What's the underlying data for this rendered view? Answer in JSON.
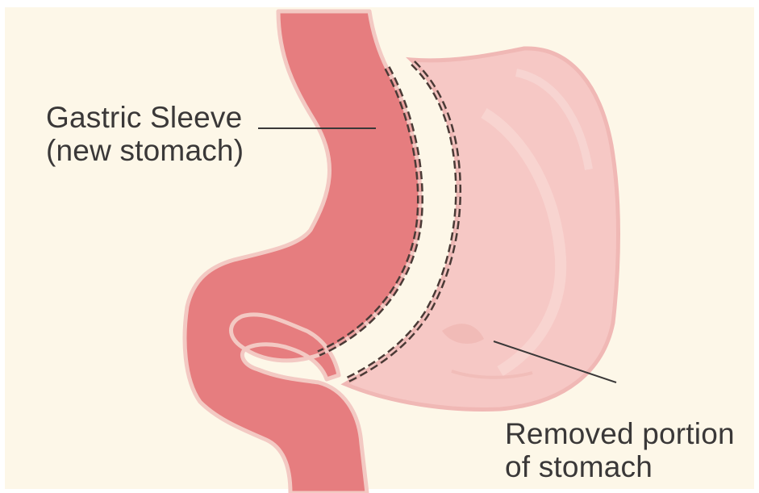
{
  "labels": {
    "sleeve_line1": "Gastric Sleeve",
    "sleeve_line2": "(new stomach)",
    "removed_line1": "Removed portion",
    "removed_line2": "of stomach"
  },
  "colors": {
    "background": "#fdf7e8",
    "sleeve_fill": "#e67d7f",
    "sleeve_outline": "#f3c9c3",
    "removed_fill": "#f6c8c5",
    "removed_outline": "#f0b8b5",
    "staples": "#4a3a36",
    "text": "#3a3838"
  }
}
